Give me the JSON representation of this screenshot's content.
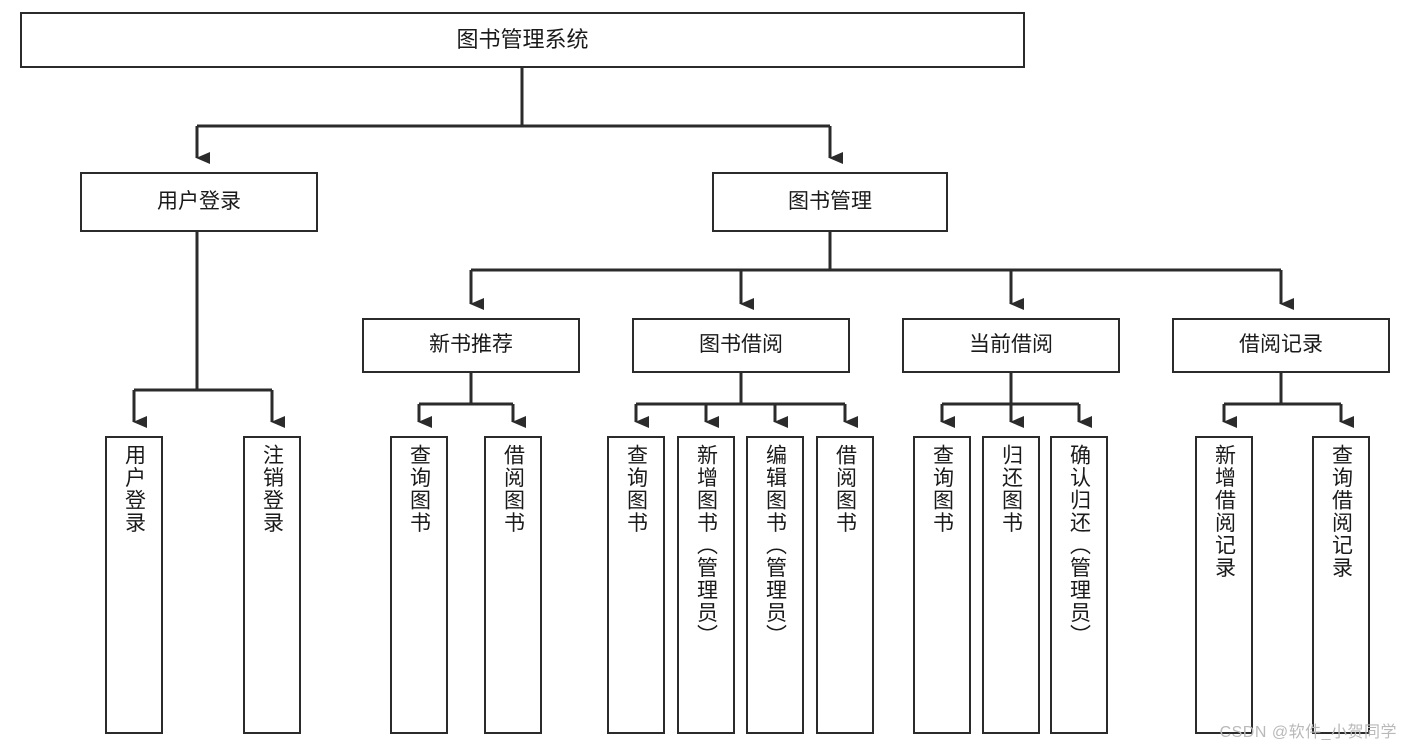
{
  "diagram": {
    "type": "hierarchy-tree",
    "title": "图书管理系统",
    "watermark": "CSDN @软件_小贺同学",
    "colors": {
      "stroke": "#2b2b2b",
      "fill": "#ffffff",
      "text": "#1a1a1a",
      "watermark": "#b9b9b9"
    },
    "nodes": {
      "root": {
        "label": "图书管理系统"
      },
      "level2": [
        {
          "label": "用户登录"
        },
        {
          "label": "图书管理"
        }
      ],
      "level3": [
        {
          "label": "新书推荐"
        },
        {
          "label": "图书借阅"
        },
        {
          "label": "当前借阅"
        },
        {
          "label": "借阅记录"
        }
      ],
      "leaves_user_login": [
        {
          "label": "用户登录"
        },
        {
          "label": "注销登录"
        }
      ],
      "leaves_new_book": [
        {
          "label": "查询图书"
        },
        {
          "label": "借阅图书"
        }
      ],
      "leaves_borrow": [
        {
          "label": "查询图书"
        },
        {
          "label": "新增图书（管理员）"
        },
        {
          "label": "编辑图书（管理员）"
        },
        {
          "label": "借阅图书"
        }
      ],
      "leaves_current": [
        {
          "label": "查询图书"
        },
        {
          "label": "归还图书"
        },
        {
          "label": "确认归还（管理员）"
        }
      ],
      "leaves_records": [
        {
          "label": "新增借阅记录"
        },
        {
          "label": "查询借阅记录"
        }
      ]
    }
  }
}
